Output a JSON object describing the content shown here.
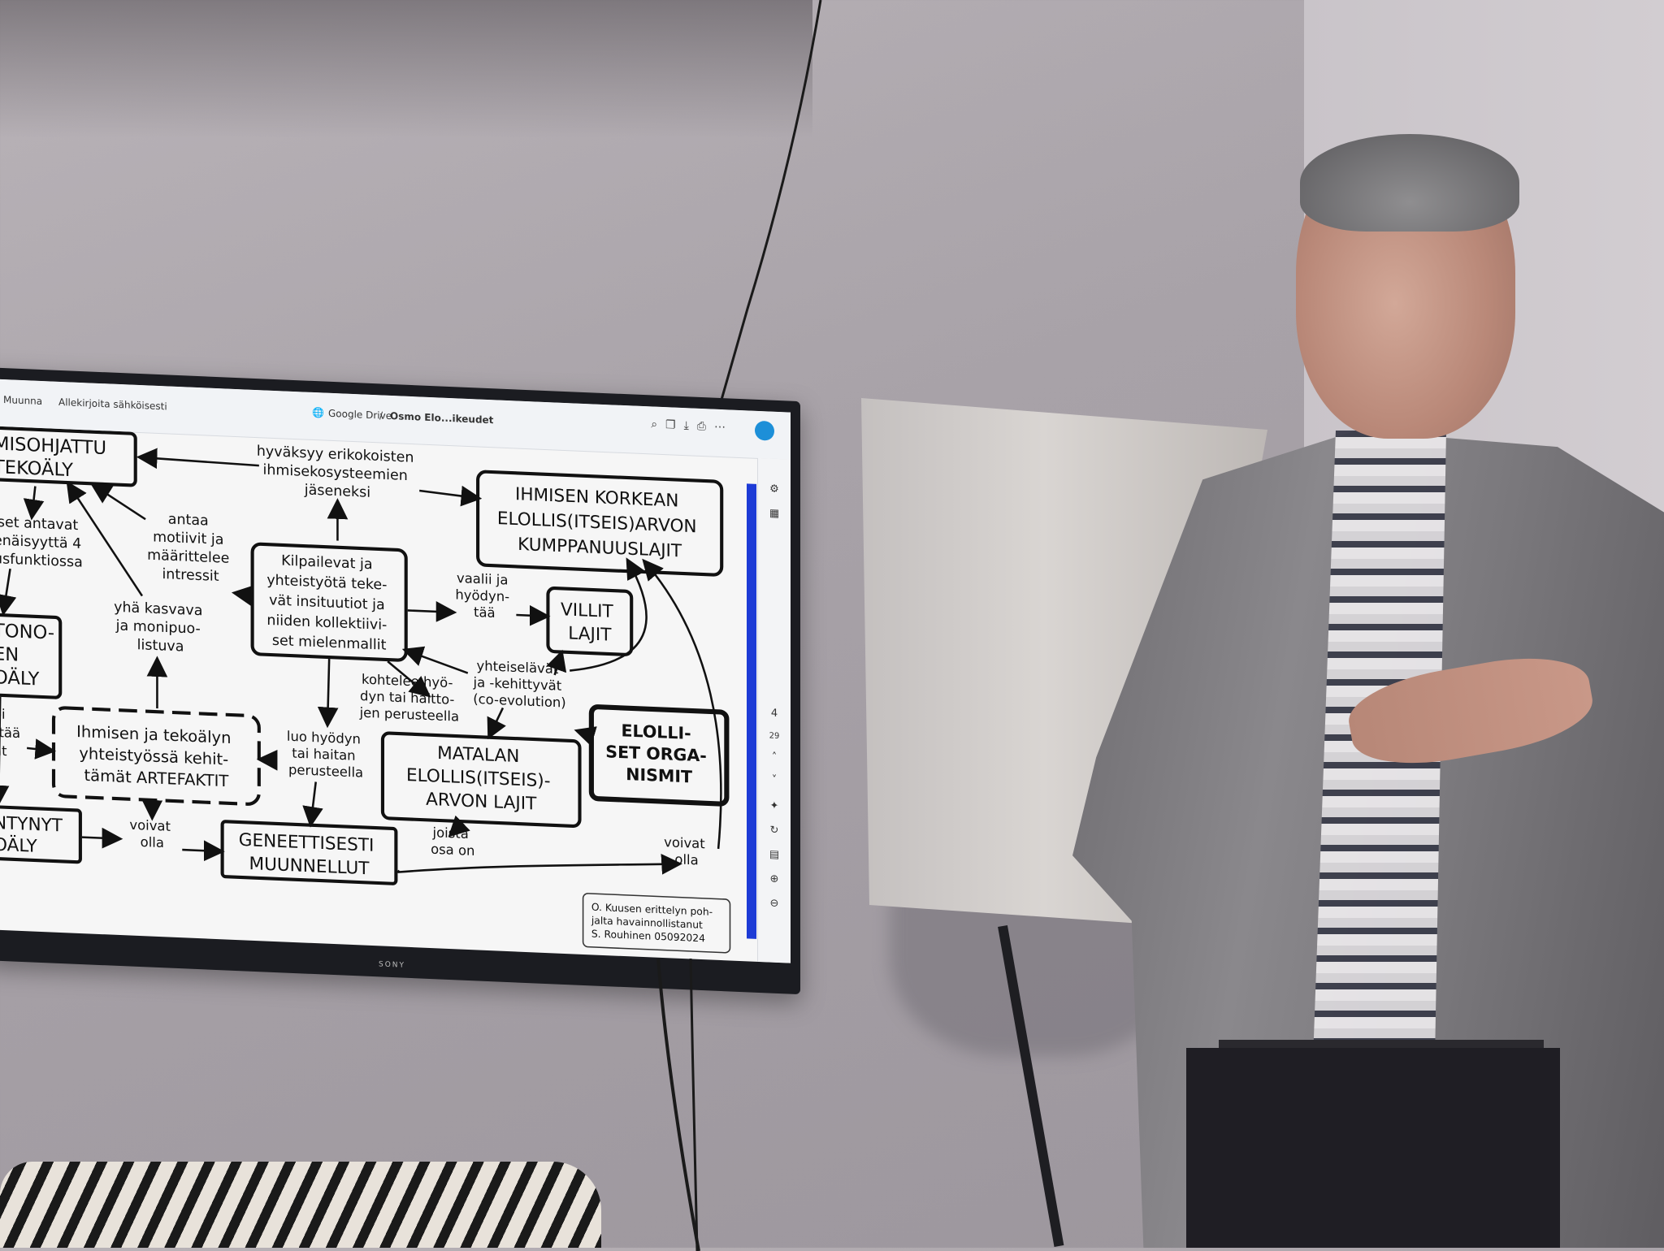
{
  "screen_ui": {
    "menu_left": "Muunna",
    "menu_sign": "Allekirjoita sähköisesti",
    "drive_label": "Google Drive",
    "separator": "/",
    "file_name": "Osmo Elo...ikeudet",
    "page_current": "4",
    "page_total": "29",
    "tv_brand": "SONY"
  },
  "diagram": {
    "boxes": {
      "human_ai": [
        "MISOHJATTU",
        "TEKOÄLY"
      ],
      "high_value": [
        "IHMISEN KORKEAN",
        "ELOLLIS(ITSEIS)ARVON",
        "KUMPPANUUSLAJIT"
      ],
      "institutions": [
        "Kilpailevat ja",
        "yhteistyötä teke-",
        "vät insituutiot ja",
        "niiden kollektiivi-",
        "set mielenmallit"
      ],
      "wild": [
        "VILLIT",
        "LAJIT"
      ],
      "auto_ai": [
        "TONO-",
        "EN",
        "OÄLY"
      ],
      "artefacts": [
        "Ihmisen ja tekoälyn",
        "yhteistyössä kehit-",
        "tämät ARTEFAKTIT"
      ],
      "low_value": [
        "MATALAN",
        "ELOLLIS(ITSEIS)-",
        "ARVON LAJIT"
      ],
      "organisms": [
        "ELOLLI-",
        "SET ORGA-",
        "NISMIT"
      ],
      "developed_ai": [
        "NTYNYT",
        "OÄLY"
      ],
      "gmo": [
        "GENEETTISESTI",
        "MUUNNELLUT"
      ],
      "credit": [
        "O. Kuusen erittelyn poh-",
        "jalta havainnollistanut",
        "S. Rouhinen 05092024"
      ]
    },
    "labels": {
      "accept": [
        "hyväksyy erikokoisten",
        "ihmisekosysteemien",
        "jäseneksi"
      ],
      "motives": [
        "antaa",
        "motiivit ja",
        "määrittelee",
        "intressit"
      ],
      "objectives": [
        "iset antavat",
        "enäisyyttä 4",
        "usfunktiossa"
      ],
      "growing": [
        "yhä kasvava",
        "ja monipuo-",
        "listuva"
      ],
      "choose": [
        "vaalii ja",
        "hyödyn-",
        "tää"
      ],
      "coevolve": [
        "yhteiselävät",
        "ja -kehittyvät",
        "(co-evolution)"
      ],
      "treats": [
        "kohtelee hyö-",
        "dyn tai haitto-",
        "jen perusteella"
      ],
      "creates": [
        "luo hyödyn",
        "tai haitan",
        "perusteella"
      ],
      "left_frag": [
        "oi",
        "ttää",
        "at"
      ],
      "can_be_1": [
        "voivat",
        "olla"
      ],
      "of_which": [
        "joista",
        "osa on"
      ],
      "can_be_2": [
        "voivat",
        "olla"
      ]
    }
  }
}
